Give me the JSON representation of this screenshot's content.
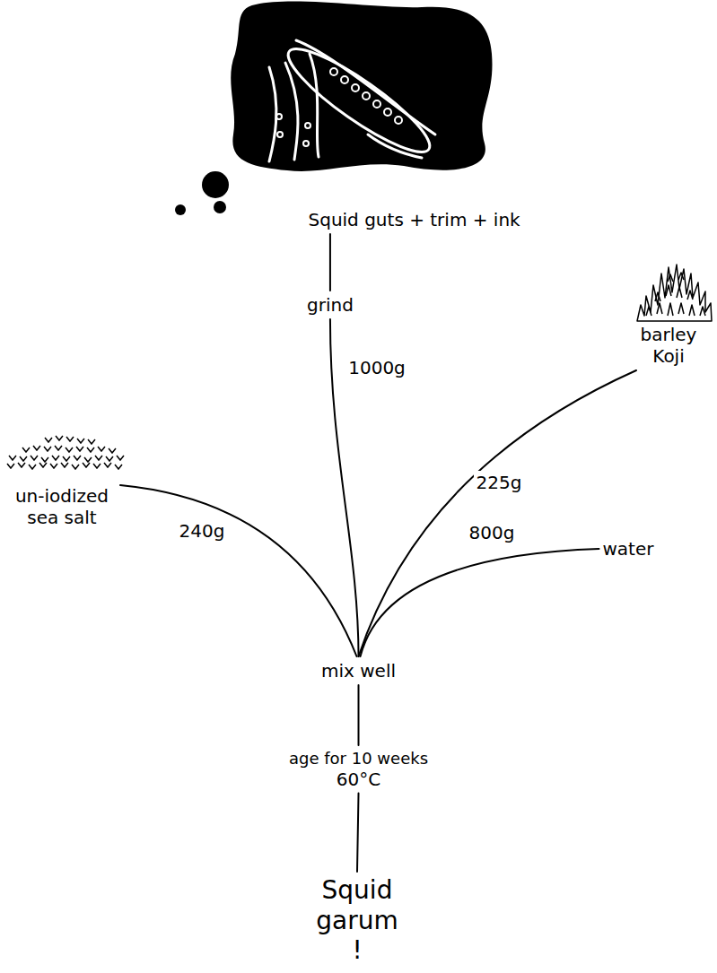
{
  "diagram": {
    "nodes": [
      {
        "text": [
          "Squid guts + trim + ink"
        ]
      },
      {
        "text": [
          "grind"
        ]
      },
      {
        "text": [
          "barley Koji"
        ]
      },
      {
        "text": [
          "un-iodized sea salt"
        ]
      },
      {
        "text": [
          "water"
        ]
      },
      {
        "text": [
          "mix well"
        ]
      },
      {
        "text": [
          "age for 10 weeks",
          "60°C"
        ]
      },
      {
        "text": [
          "Squid garum !"
        ]
      }
    ],
    "edges": [
      {
        "from": 0,
        "to": 1,
        "arrow": "none"
      },
      {
        "from": 1,
        "to": 5,
        "label": "1000g",
        "arrow": "none"
      },
      {
        "from": 3,
        "to": 5,
        "label": "240g",
        "arrow": "none"
      },
      {
        "from": 2,
        "to": 5,
        "label": "225g",
        "arrow": "none"
      },
      {
        "from": 4,
        "to": 5,
        "label": "800g",
        "arrow": "none"
      },
      {
        "from": 5,
        "to": 6,
        "arrow": "none"
      },
      {
        "from": 6,
        "to": 7,
        "arrow": "none"
      }
    ]
  }
}
